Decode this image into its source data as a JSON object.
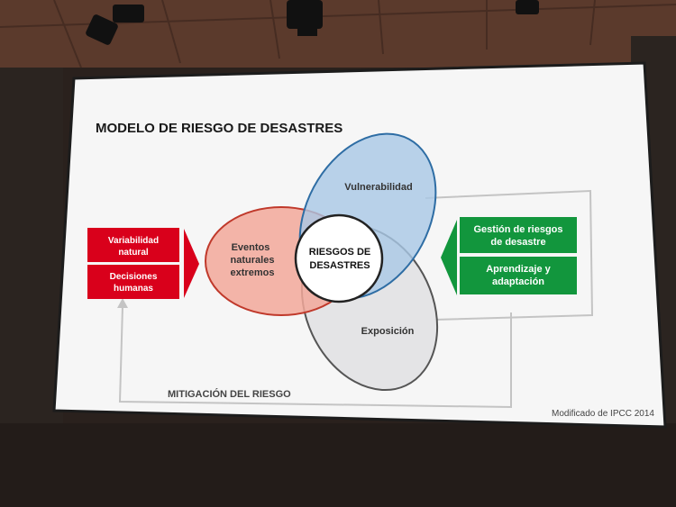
{
  "slide": {
    "title": "MODELO DE RIESGO DE DESASTRES",
    "credit": "Modificado de IPCC 2014",
    "mitigation_label": "MITIGACIÓN DEL RIESGO"
  },
  "left_boxes": [
    {
      "line1": "Variabilidad",
      "line2": "natural"
    },
    {
      "line1": "Decisiones",
      "line2": "humanas"
    }
  ],
  "right_boxes": [
    {
      "line1": "Gestión de riesgos",
      "line2": "de desastre"
    },
    {
      "line1": "Aprendizaje y",
      "line2": "adaptación"
    }
  ],
  "ellipses": {
    "hazards": {
      "line1": "Eventos",
      "line2": "naturales",
      "line3": "extremos"
    },
    "vulnerability": {
      "label": "Vulnerabilidad"
    },
    "exposure": {
      "label": "Exposición"
    },
    "center": {
      "line1": "RIESGOS DE",
      "line2": "DESASTRES"
    }
  },
  "colors": {
    "red": "#d9001b",
    "green": "#12963d",
    "hazard_fill": "#f2a89a",
    "vulnerability_fill": "#a9c8e6",
    "exposure_fill": "#e2e2e4"
  }
}
